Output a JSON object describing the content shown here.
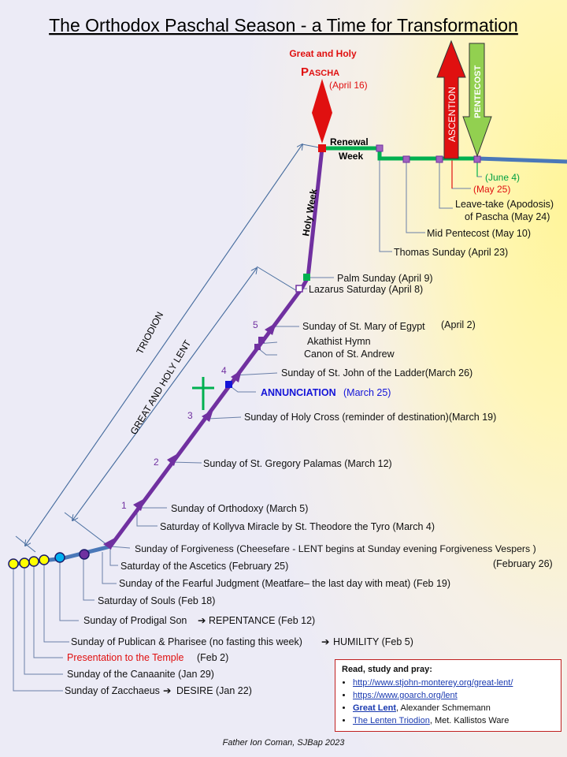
{
  "title": "The Orthodox Paschal Season - a Time for Transformation",
  "pascha": {
    "line1": "Great and Holy",
    "line2": "Pascha",
    "date": "(April 16)"
  },
  "renewal": {
    "line1": "Renewal",
    "line2": "Week"
  },
  "holy_week": "Holy Week",
  "ascension": "ASCENTION",
  "pentecost": "PENTECOST",
  "bracket_triodion": "TRIODION",
  "bracket_lent": "GREAT AND HOLY LENT",
  "week_numbers": [
    "1",
    "2",
    "3",
    "4",
    "5"
  ],
  "events": {
    "pentecost_date": "(June 4)",
    "ascension_date": "(May 25)",
    "leave_take_1": "Leave-take (Apodosis)",
    "leave_take_2": "of Pascha (May 24)",
    "mid_pentecost": "Mid Pentecost (May 10)",
    "thomas": "Thomas Sunday (April 23)",
    "palm": "Palm Sunday (April 9)",
    "lazarus": "Lazarus Saturday  (April 8)",
    "mary_egypt": "Sunday of St. Mary of Egypt",
    "mary_egypt_date": "(April 2)",
    "akathist": "Akathist Hymn",
    "andrew": "Canon of St. Andrew",
    "john_ladder": "Sunday of St. John of the Ladder(March 26)",
    "annunciation": "ANNUNCIATION",
    "annunciation_date": "(March 25)",
    "holy_cross": "Sunday of Holy Cross (reminder of destination)(March 19)",
    "palamas": "Sunday of St. Gregory Palamas (March 12)",
    "orthodoxy": "Sunday of Orthodoxy (March 5)",
    "kollyva": "Saturday of Kollyva Miracle by St. Theodore the Tyro (March 4)",
    "forgiveness": "Sunday of Forgiveness (Cheesefare - LENT begins at Sunday evening Forgiveness Vespers )",
    "forgiveness_date": "(February 26)",
    "ascetics": "Saturday of the Ascetics (February 25)",
    "judgment": "Sunday of the Fearful Judgment (Meatfare– the last day with meat) (Feb 19)",
    "souls": "Saturday of Souls (Feb 18)",
    "prodigal": "Sunday of Prodigal Son",
    "prodigal_tail": "REPENTANCE (Feb 12)",
    "publican": "Sunday of Publican & Pharisee (no fasting this week)",
    "publican_tail": "HUMILITY (Feb 5)",
    "presentation": "Presentation to the Temple",
    "presentation_date": " (Feb 2)",
    "canaanite": "Sunday of the Canaanite (Jan 29)",
    "zacchaeus": "Sunday of Zacchaeus",
    "zacchaeus_tail": "DESIRE (Jan 22)"
  },
  "resources": {
    "heading": "Read, study and pray:",
    "link1": "http://www.stjohn-monterey.org/great-lent/",
    "link2": "https://www.goarch.org/lent",
    "book1_title": "Great Lent",
    "book1_author": ", Alexander Schmemann",
    "book2_title": "The Lenten  Triodion",
    "book2_author": ", Met. Kallistos Ware"
  },
  "signature": "Father Ion Coman, SJBap 2023",
  "colors": {
    "purple": "#7030a0",
    "green": "#00b050",
    "blue_line": "#4a78b8",
    "red": "#e01010",
    "yellow_dot": "#ffff00",
    "annunciation_blue": "#1414d8"
  }
}
